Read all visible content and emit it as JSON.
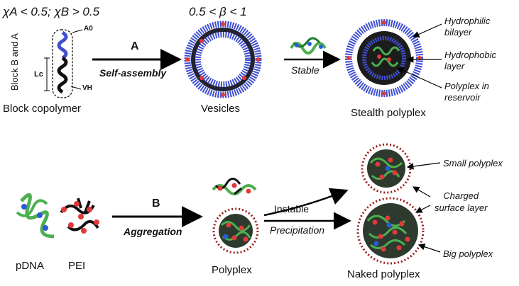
{
  "top": {
    "chi_condition": "χA < 0.5; χB > 0.5",
    "beta_condition": "0.5 < β < 1",
    "copolymer_axis_label": "Block B and A",
    "a0_label": "A0",
    "lc_label": "Lc",
    "vh_label": "VH",
    "copolymer_label": "Block copolymer",
    "arrow_a_letter": "A",
    "arrow_a_caption": "Self-assembly",
    "vesicles_label": "Vesicles",
    "stable_label": "Stable",
    "stealth_label": "Stealth polyplex",
    "callout_bilayer": [
      "Hydrophilic",
      "bilayer"
    ],
    "callout_hydrophobic": [
      "Hydrophobic",
      "layer"
    ],
    "callout_reservoir": [
      "Polyplex in",
      "reservoir"
    ]
  },
  "bottom": {
    "pdna_label": "pDNA",
    "pei_label": "PEI",
    "arrow_b_letter": "B",
    "arrow_b_caption": "Aggregation",
    "polyplex_label": "Polyplex",
    "instable_label": "Instable",
    "precipitation_label": "Precipitation",
    "naked_label": "Naked polyplex",
    "callout_small": "Small polyplex",
    "callout_charged": [
      "Charged",
      "surface layer"
    ],
    "callout_big": "Big polyplex"
  },
  "colors": {
    "blue_head": "#3f4fd0",
    "dark_core": "#222222",
    "red_particle": "#e03a3a",
    "green_dna": "#4caf50",
    "dna_node": "#2a5bd7",
    "dotted_ring": "#9b1c1c"
  }
}
